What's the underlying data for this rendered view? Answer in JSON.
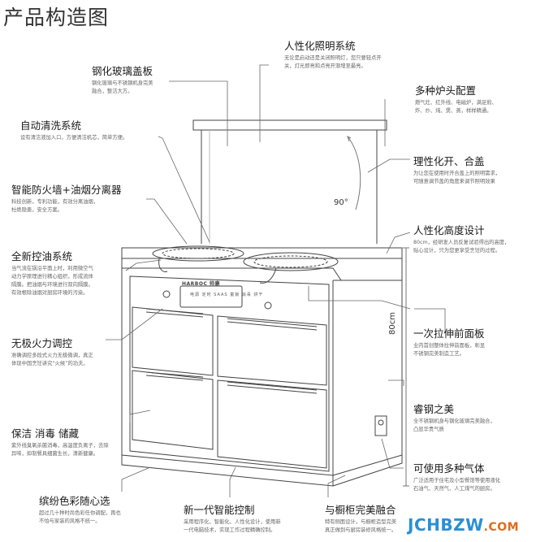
{
  "title": "产品构造图",
  "features": [
    {
      "title": "人性化照明系统",
      "desc": "无论是启动还是关闭照明灯，您只要轻点开\n关，灯光即亮和点亮开渐增至最亮。"
    },
    {
      "title": "钢化玻璃盖板",
      "desc": "钢化玻璃与不锈钢机身完美\n融合，整洁大方。"
    },
    {
      "title": "多种炉头配置",
      "desc": "燃气灶、红外线、电磁炉，满足煎、\n炸、炒、炖、煲、蒸，样样精通。"
    },
    {
      "title": "自动清洗系统",
      "desc": "设有清洁液加入口，方便清洁机芯，简单方便。"
    },
    {
      "title": "理性化开、合盖",
      "desc": "为让您在使用时开合盖上的照明需求，\n可随意调节盖的角度来调节照明效果"
    },
    {
      "title": "智能防火墙+油烟分离器",
      "desc": "科技创新，专利功能，有效分离油烟，\n杜绝隐患，安全方案。"
    },
    {
      "title": "人性化高度设计",
      "desc": "80cm，经研发人员反复试验得出的高度，\n贴心设计，只为您更享受烹饪的过程。"
    },
    {
      "title": "全新控油系统",
      "desc": "当气流在锅沿平面上时，利用微空气\n动力学原理进行精心组织，形成流体\n隔膜。把油烟与环境进行双向隔膜。\n有效根除油烟对厨房环境的污染。"
    },
    {
      "title": "无极火力调控",
      "desc": "准确调控多段式火力无极微调，真正\n体现中国烹饪讲究“火候”的功夫。"
    },
    {
      "title": "一次拉伸前面板",
      "desc": "业内首创整体拉伸前面板，彰显\n不锈钢完美制造工艺。"
    },
    {
      "title": "睿钢之美",
      "desc": "全不锈钢机身与钢化玻璃完美融合，\n凸显华贵气质"
    },
    {
      "title": "保洁 消毒 储藏",
      "desc": "紫外线臭氧杀菌消毒，高温度负离子，去除\n异味，抑制餐具细菌生长，清新健康。"
    },
    {
      "title": "可使用多种气体",
      "desc": "广泛适用于住宅及小型餐馆等使用液化\n石油气、天然气、人工煤气的厨房。"
    },
    {
      "title": "缤纷色彩随心选",
      "desc": "超过几十种时尚色彩任你调配，再也\n不怕与家装的风格不统一。"
    },
    {
      "title": "新一代智能控制",
      "desc": "采用程序化、智能化、人性化设计，使用新\n一代电脑技术，实现工作过程精确控制。"
    },
    {
      "title": "与橱柜完美融合",
      "desc": "特有侧面设计，与橱柜造型完美\n真正做到与厨房装修风格统一。"
    }
  ],
  "dimensions": {
    "angle": "90°",
    "height": "80cm"
  },
  "brand": "HARBOC",
  "brand_suffix": "帅康",
  "panel_text": "电源 定时 SAAS 童锁 消毒 烘干",
  "watermark": {
    "main": "JCHBZW",
    "suffix": ".COM"
  },
  "colors": {
    "line": "#555555",
    "bg": "#ffffff",
    "watermark_main": "#2a8fd3",
    "watermark_suffix": "#e06a1c"
  }
}
